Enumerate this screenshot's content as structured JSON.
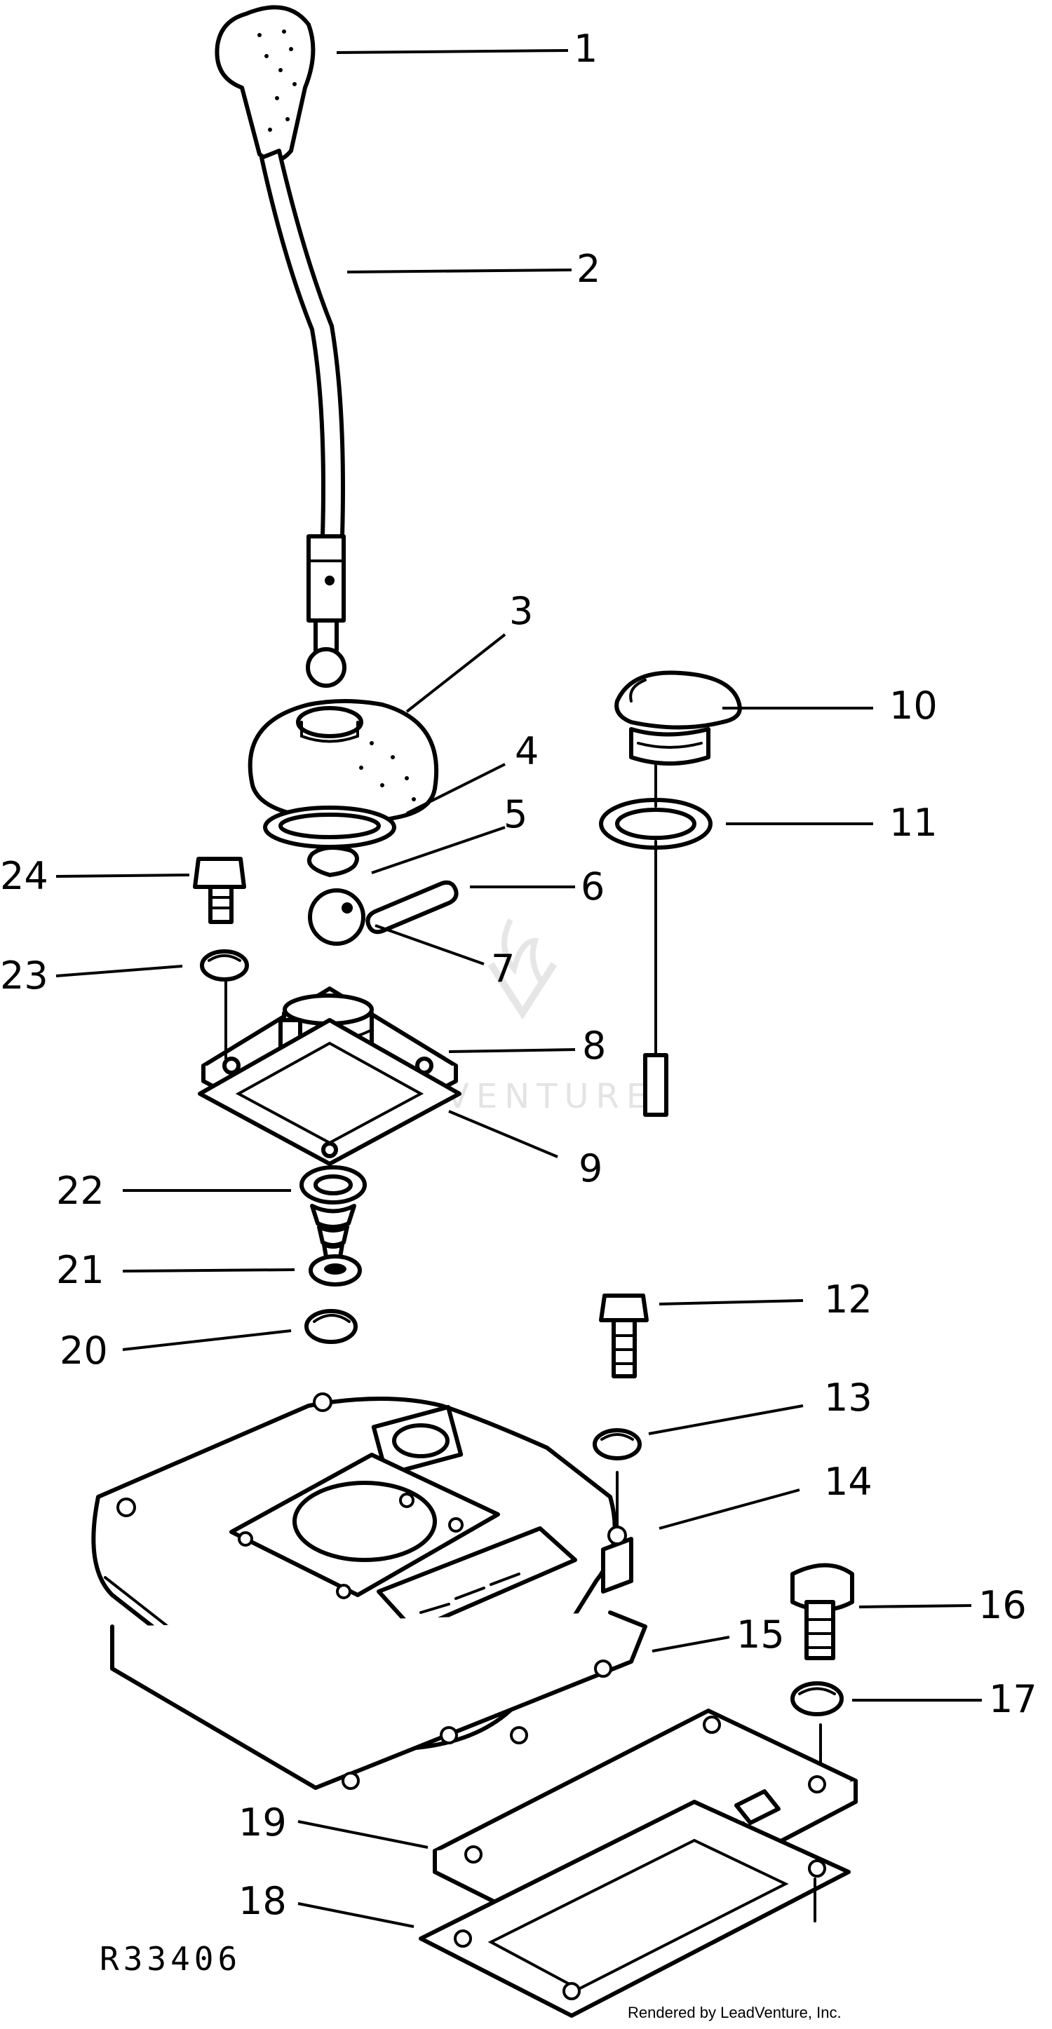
{
  "diagram": {
    "reference_code": "R33406",
    "credit": "Rendered by LeadVenture, Inc.",
    "watermark": "LEADVENTURE",
    "callouts": [
      "1",
      "2",
      "3",
      "4",
      "5",
      "6",
      "7",
      "8",
      "9",
      "10",
      "11",
      "12",
      "13",
      "14",
      "15",
      "16",
      "17",
      "18",
      "19",
      "20",
      "21",
      "22",
      "23",
      "24"
    ]
  }
}
